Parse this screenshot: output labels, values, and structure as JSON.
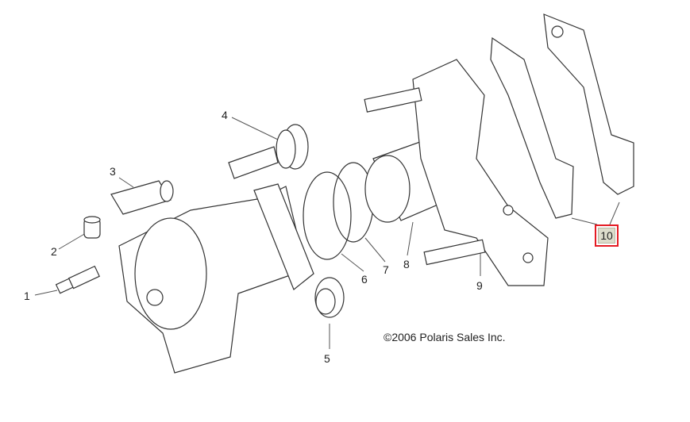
{
  "diagram": {
    "callouts": [
      "1",
      "2",
      "3",
      "4",
      "5",
      "6",
      "7",
      "8",
      "9"
    ],
    "selected_callout": "10",
    "highlight_color": "#e41b23",
    "copyright": "©2006 Polaris Sales Inc."
  }
}
